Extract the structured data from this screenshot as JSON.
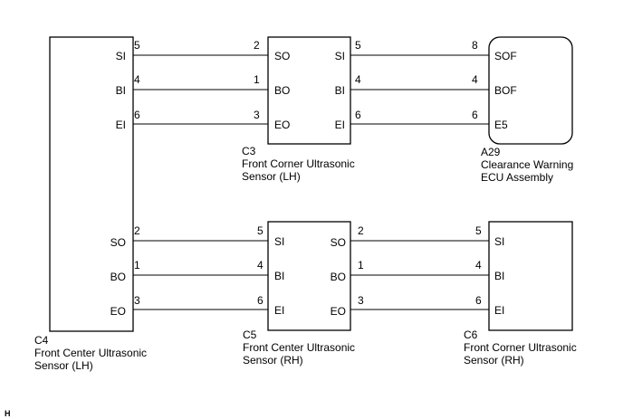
{
  "components": {
    "c4": {
      "id": "C4",
      "line1": "Front Center Ultrasonic",
      "line2": "Sensor (LH)"
    },
    "c3": {
      "id": "C3",
      "line1": "Front Corner Ultrasonic",
      "line2": "Sensor (LH)"
    },
    "a29": {
      "id": "A29",
      "line1": "Clearance Warning",
      "line2": "ECU Assembly"
    },
    "c5": {
      "id": "C5",
      "line1": "Front Center Ultrasonic",
      "line2": "Sensor (RH)"
    },
    "c6": {
      "id": "C6",
      "line1": "Front Corner Ultrasonic",
      "line2": "Sensor (RH)"
    }
  },
  "terminals": {
    "c4_si": "SI",
    "c4_bi": "BI",
    "c4_ei": "EI",
    "c4_so": "SO",
    "c4_bo": "BO",
    "c4_eo": "EO",
    "c3_so": "SO",
    "c3_bo": "BO",
    "c3_eo": "EO",
    "c3_si": "SI",
    "c3_bi": "BI",
    "c3_ei": "EI",
    "a29_sof": "SOF",
    "a29_bof": "BOF",
    "a29_e5": "E5",
    "c5_si": "SI",
    "c5_bi": "BI",
    "c5_ei": "EI",
    "c5_so": "SO",
    "c5_bo": "BO",
    "c5_eo": "EO",
    "c6_si": "SI",
    "c6_bi": "BI",
    "c6_ei": "EI"
  },
  "pins": {
    "w1_l": "5",
    "w1_r": "2",
    "w2_l": "4",
    "w2_r": "1",
    "w3_l": "6",
    "w3_r": "3",
    "w4_l": "5",
    "w4_r": "8",
    "w5_l": "4",
    "w5_r": "4",
    "w6_l": "6",
    "w6_r": "6",
    "w7_l": "2",
    "w7_r": "5",
    "w8_l": "1",
    "w8_r": "4",
    "w9_l": "3",
    "w9_r": "6",
    "w10_l": "2",
    "w10_r": "5",
    "w11_l": "1",
    "w11_r": "4",
    "w12_l": "3",
    "w12_r": "6"
  },
  "corner_mark": "H"
}
